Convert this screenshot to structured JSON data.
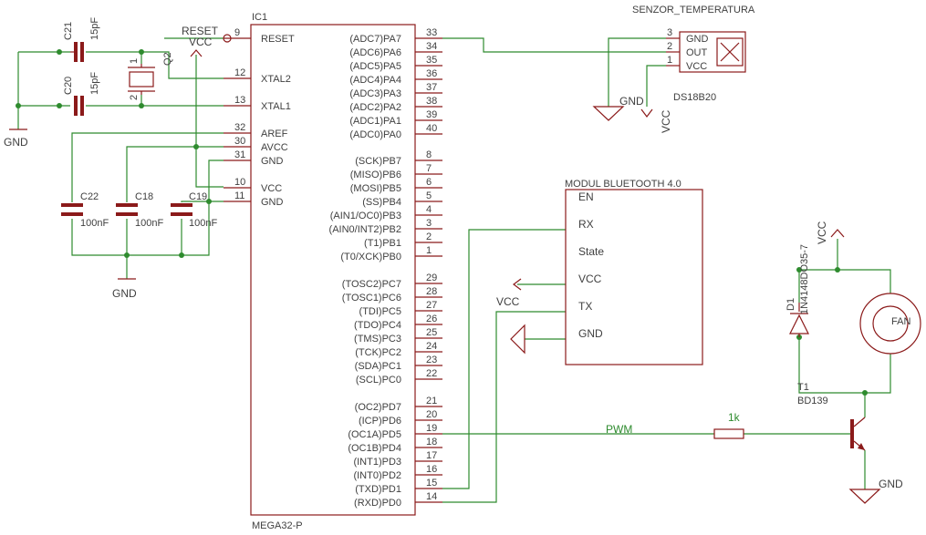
{
  "ic": {
    "ref": "IC1",
    "value": "MEGA32-P",
    "left_pins": [
      {
        "name": "RESET",
        "num": "9"
      },
      {
        "name": "XTAL2",
        "num": "12"
      },
      {
        "name": "XTAL1",
        "num": "13"
      },
      {
        "name": "AREF",
        "num": "32"
      },
      {
        "name": "AVCC",
        "num": "30"
      },
      {
        "name": "GND",
        "num": "31"
      },
      {
        "name": "VCC",
        "num": "10"
      },
      {
        "name": "GND",
        "num": "11"
      }
    ],
    "right_pins": [
      {
        "name": "(ADC7)PA7",
        "num": "33"
      },
      {
        "name": "(ADC6)PA6",
        "num": "34"
      },
      {
        "name": "(ADC5)PA5",
        "num": "35"
      },
      {
        "name": "(ADC4)PA4",
        "num": "36"
      },
      {
        "name": "(ADC3)PA3",
        "num": "37"
      },
      {
        "name": "(ADC2)PA2",
        "num": "38"
      },
      {
        "name": "(ADC1)PA1",
        "num": "39"
      },
      {
        "name": "(ADC0)PA0",
        "num": "40"
      },
      {
        "name": "(SCK)PB7",
        "num": "8"
      },
      {
        "name": "(MISO)PB6",
        "num": "7"
      },
      {
        "name": "(MOSI)PB5",
        "num": "6"
      },
      {
        "name": "(SS)PB4",
        "num": "5"
      },
      {
        "name": "(AIN1/OC0)PB3",
        "num": "4"
      },
      {
        "name": "(AIN0/INT2)PB2",
        "num": "3"
      },
      {
        "name": "(T1)PB1",
        "num": "2"
      },
      {
        "name": "(T0/XCK)PB0",
        "num": "1"
      },
      {
        "name": "(TOSC2)PC7",
        "num": "29"
      },
      {
        "name": "(TOSC1)PC6",
        "num": "28"
      },
      {
        "name": "(TDI)PC5",
        "num": "27"
      },
      {
        "name": "(TDO)PC4",
        "num": "26"
      },
      {
        "name": "(TMS)PC3",
        "num": "25"
      },
      {
        "name": "(TCK)PC2",
        "num": "24"
      },
      {
        "name": "(SDA)PC1",
        "num": "23"
      },
      {
        "name": "(SCL)PC0",
        "num": "22"
      },
      {
        "name": "(OC2)PD7",
        "num": "21"
      },
      {
        "name": "(ICP)PD6",
        "num": "20"
      },
      {
        "name": "(OC1A)PD5",
        "num": "19"
      },
      {
        "name": "(OC1B)PD4",
        "num": "18"
      },
      {
        "name": "(INT1)PD3",
        "num": "17"
      },
      {
        "name": "(INT0)PD2",
        "num": "16"
      },
      {
        "name": "(TXD)PD1",
        "num": "15"
      },
      {
        "name": "(RXD)PD0",
        "num": "14"
      }
    ]
  },
  "caps": {
    "c21": {
      "ref": "C21",
      "value": "15pF"
    },
    "c20": {
      "ref": "C20",
      "value": "15pF"
    },
    "c22": {
      "ref": "C22",
      "value": "100nF"
    },
    "c18": {
      "ref": "C18",
      "value": "100nF"
    },
    "c19": {
      "ref": "C19",
      "value": "100nF"
    }
  },
  "crystal": {
    "ref": "Q2",
    "pin1": "1",
    "pin2": "2"
  },
  "sensor": {
    "title": "SENZOR_TEMPERATURA",
    "part": "DS18B20",
    "pins": [
      {
        "name": "GND",
        "num": "3"
      },
      {
        "name": "OUT",
        "num": "2"
      },
      {
        "name": "VCC",
        "num": "1"
      }
    ]
  },
  "bluetooth": {
    "title": "MODUL BLUETOOTH 4.0",
    "pins": [
      "EN",
      "RX",
      "State",
      "VCC",
      "TX",
      "GND"
    ]
  },
  "diode": {
    "ref": "D1",
    "value": "1N4148DO35-7"
  },
  "fan": {
    "label": "FAN"
  },
  "transistor": {
    "ref": "T1",
    "value": "BD139"
  },
  "resistor": {
    "value": "1k"
  },
  "nets": {
    "gnd": "GND",
    "vcc": "VCC",
    "reset": "RESET",
    "pwm": "PWM"
  },
  "colors": {
    "part": "#8b1a1a",
    "wire": "#2e8b2e",
    "text": "#404040"
  }
}
